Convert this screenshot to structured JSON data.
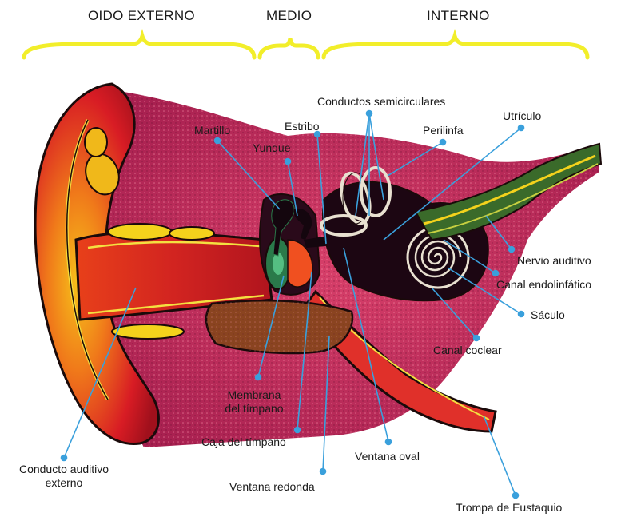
{
  "sections": [
    {
      "label": "OIDO EXTERNO"
    },
    {
      "label": "MEDIO"
    },
    {
      "label": "INTERNO"
    }
  ],
  "labels": {
    "conductos": "Conductos semicirculares",
    "martillo": "Martillo",
    "estribo": "Estribo",
    "perilinfa": "Perilinfa",
    "utriculo": "Utrículo",
    "yunque": "Yunque",
    "nervio": "Nervio auditivo",
    "endolinfatico": "Canal endolinfático",
    "saculo": "Sáculo",
    "coclear": "Canal coclear",
    "membrana_1": "Membrana",
    "membrana_2": "del tímpano",
    "caja": "Caja del tímpano",
    "ventana_oval": "Ventana oval",
    "conducto_1": "Conducto auditivo",
    "conducto_2": "externo",
    "ventana_redonda": "Ventana redonda",
    "trompa": "Trompa de Eustaquio"
  },
  "colors": {
    "bracket": "#f2ee2a",
    "leader": "#3aa0dc",
    "tissue_red": "#e0202a",
    "tissue_orange": "#f07a1a",
    "tissue_yellow": "#f4d21c",
    "bone_pink": "#c2305a",
    "dark_cavity": "#2a0a1a"
  }
}
